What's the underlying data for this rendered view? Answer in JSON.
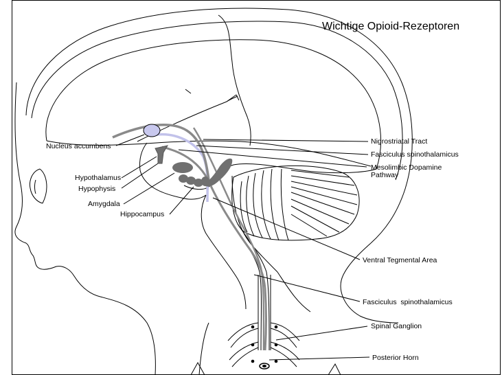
{
  "title": "Wichtige Opioid-Rezeptoren",
  "colors": {
    "structure_fill": "#707070",
    "tract_gray": "#8a8a8a",
    "tract_lavender": "#c2c2ea",
    "nucleus_fill": "#c8c8ee",
    "outline": "#000000"
  },
  "labels": {
    "nucleus_accumbens": "Nucleus accumbens",
    "hypothalamus": "Hypothalamus",
    "hypophysis": "Hypophysis",
    "amygdala": "Amygdala",
    "hippocampus": "Hippocampus",
    "nigrostriatal_tract": "Nigrostriatal Tract",
    "fasciculus_spinothalamicus_top": "Fasciculus spinothalamicus",
    "mesolimbic_line1": "Mesolimbic Dopamine",
    "mesolimbic_line2": "Pathway",
    "ventral_tegmental_area": "Ventral Tegmental Area",
    "fasciculus_spinothalamicus_bottom": "Fasciculus  spinothalamicus",
    "spinal_ganglion": "Spinal Ganglion",
    "posterior_horn": "Posterior Horn"
  }
}
